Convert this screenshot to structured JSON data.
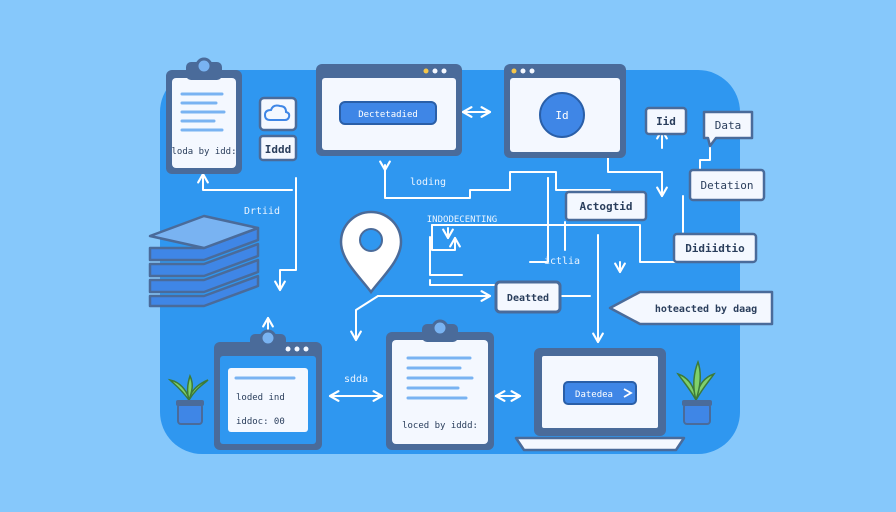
{
  "colors": {
    "background": "#86c8fb",
    "panel": "#2f97f0",
    "outline": "#4a6b9a",
    "card_fill": "#f4f8ff",
    "accent": "#3f86e6",
    "highlight": "#79b3f2"
  },
  "labels": {
    "clipboard_left_text": "loda by idd:",
    "chip_left": "Iddd",
    "window_top_button": "Dectetadied",
    "window_id_circle": "Id",
    "label_loding": "loding",
    "label_drtiid": "Drtiid",
    "label_indodecenting": "INDODECENTING",
    "label_ictlia": "ictlia",
    "label_sdda": "sdda",
    "tag_iid": "Iid",
    "tag_data": "Data",
    "tag_detation": "Detation",
    "tag_actogtid": "Actogtid",
    "tag_didiidtio": "Didiidtio",
    "button_deatted": "Deatted",
    "arrow_hoteacted": "hoteacted by daag",
    "window_bl_line1": "loded ind",
    "window_bl_line2": "iddoc: 00",
    "clipboard_center_text": "loced by iddd:",
    "laptop_button": "Datedea"
  }
}
